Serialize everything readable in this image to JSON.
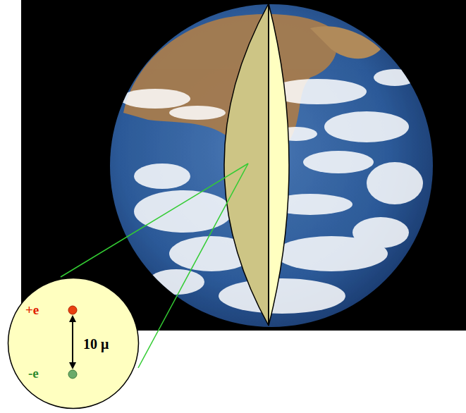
{
  "diagram": {
    "nodes": [
      {
        "text": [
          "+e",
          "10 μ",
          "-e"
        ]
      }
    ]
  }
}
